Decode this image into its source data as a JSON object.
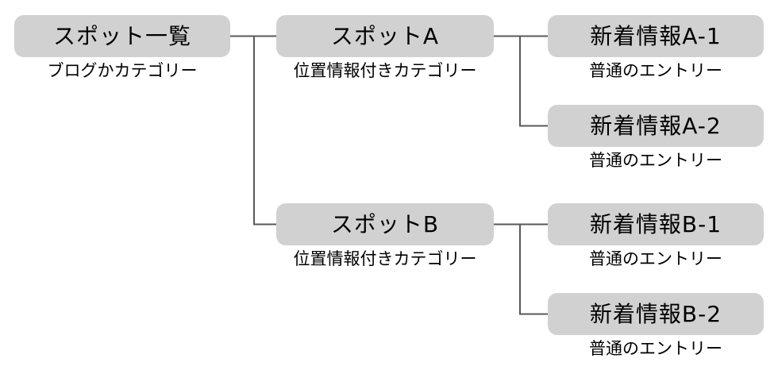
{
  "diagram": {
    "type": "tree",
    "colors": {
      "box_fill": "#d1d1d1",
      "connector": "#595959",
      "text": "#000000",
      "background": "#ffffff"
    },
    "nodes": [
      {
        "id": "spot-list",
        "title": "スポット一覧",
        "subtitle": "ブログかカテゴリー",
        "parent": null
      },
      {
        "id": "spot-a",
        "title": "スポットA",
        "subtitle": "位置情報付きカテゴリー",
        "parent": "spot-list"
      },
      {
        "id": "news-a1",
        "title": "新着情報A-1",
        "subtitle": "普通のエントリー",
        "parent": "spot-a"
      },
      {
        "id": "news-a2",
        "title": "新着情報A-2",
        "subtitle": "普通のエントリー",
        "parent": "spot-a"
      },
      {
        "id": "spot-b",
        "title": "スポットB",
        "subtitle": "位置情報付きカテゴリー",
        "parent": "spot-list"
      },
      {
        "id": "news-b1",
        "title": "新着情報B-1",
        "subtitle": "普通のエントリー",
        "parent": "spot-b"
      },
      {
        "id": "news-b2",
        "title": "新着情報B-2",
        "subtitle": "普通のエントリー",
        "parent": "spot-b"
      }
    ]
  }
}
